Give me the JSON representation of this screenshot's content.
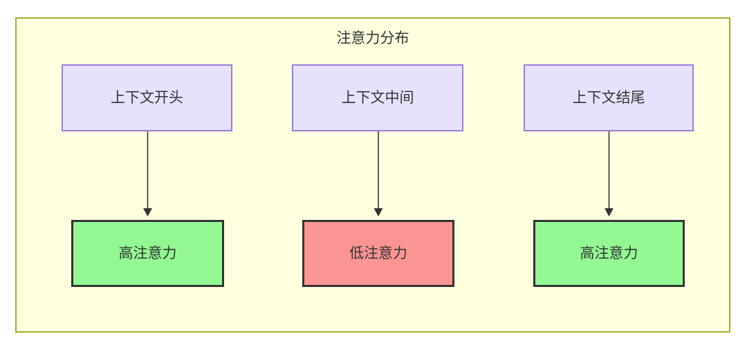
{
  "diagram": {
    "type": "flowchart",
    "title": "注意力分布",
    "container": {
      "background_color": "#ffffe0",
      "border_color": "#aaaa33"
    },
    "colors": {
      "source_fill": "#e6e2fb",
      "source_border": "#9d7ce0",
      "high_fill": "#93f893",
      "low_fill": "#fb9494",
      "outcome_border": "#333333",
      "edge": "#333333",
      "text": "#333333"
    },
    "columns": [
      {
        "id": "start",
        "source_label": "上下文开头",
        "outcome_label": "高注意力",
        "outcome_level": "high"
      },
      {
        "id": "middle",
        "source_label": "上下文中间",
        "outcome_label": "低注意力",
        "outcome_level": "low"
      },
      {
        "id": "end",
        "source_label": "上下文结尾",
        "outcome_label": "高注意力",
        "outcome_level": "high"
      }
    ],
    "edges": [
      {
        "from": "上下文开头",
        "to": "高注意力",
        "arrow": "down-arrow"
      },
      {
        "from": "上下文中间",
        "to": "低注意力",
        "arrow": "down-arrow"
      },
      {
        "from": "上下文结尾",
        "to": "高注意力",
        "arrow": "down-arrow"
      }
    ]
  }
}
